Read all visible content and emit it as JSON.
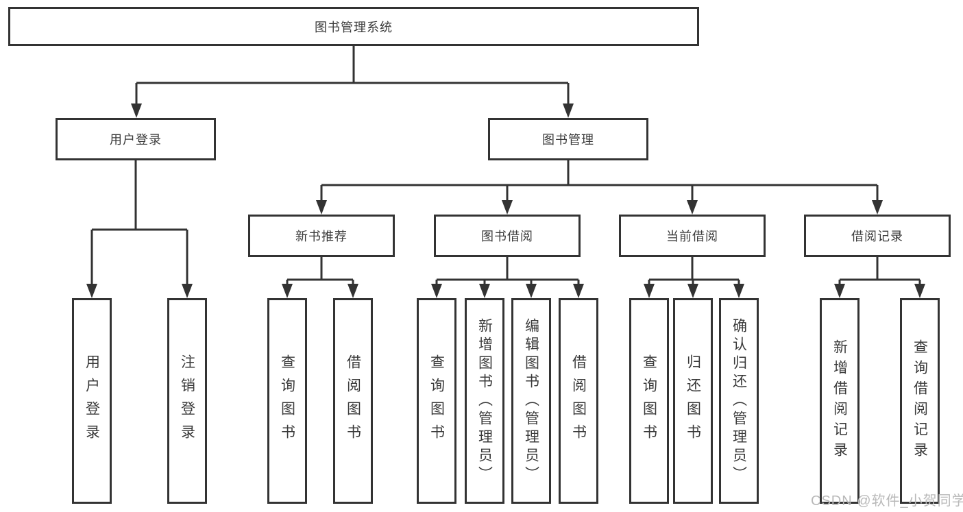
{
  "diagram": {
    "root": {
      "label": "图书管理系统"
    },
    "branches": [
      {
        "label": "用户登录",
        "children": [
          {
            "label": "用户登录"
          },
          {
            "label": "注销登录"
          }
        ]
      },
      {
        "label": "图书管理",
        "children": [
          {
            "label": "新书推荐",
            "children": [
              {
                "label": "查询图书"
              },
              {
                "label": "借阅图书"
              }
            ]
          },
          {
            "label": "图书借阅",
            "children": [
              {
                "label": "查询图书"
              },
              {
                "label": "新增图书（管理员）"
              },
              {
                "label": "编辑图书（管理员）"
              },
              {
                "label": "借阅图书"
              }
            ]
          },
          {
            "label": "当前借阅",
            "children": [
              {
                "label": "查询图书"
              },
              {
                "label": "归还图书"
              },
              {
                "label": "确认归还（管理员）"
              }
            ]
          },
          {
            "label": "借阅记录",
            "children": [
              {
                "label": "新增借阅记录"
              },
              {
                "label": "查询借阅记录"
              }
            ]
          }
        ]
      }
    ]
  },
  "watermark": {
    "text": "CSDN @软件_小贺同学"
  },
  "colors": {
    "line": "#333333",
    "box_border": "#333333",
    "text": "#3a3a3a",
    "background": "#ffffff",
    "watermark": "#b9b9b9"
  }
}
